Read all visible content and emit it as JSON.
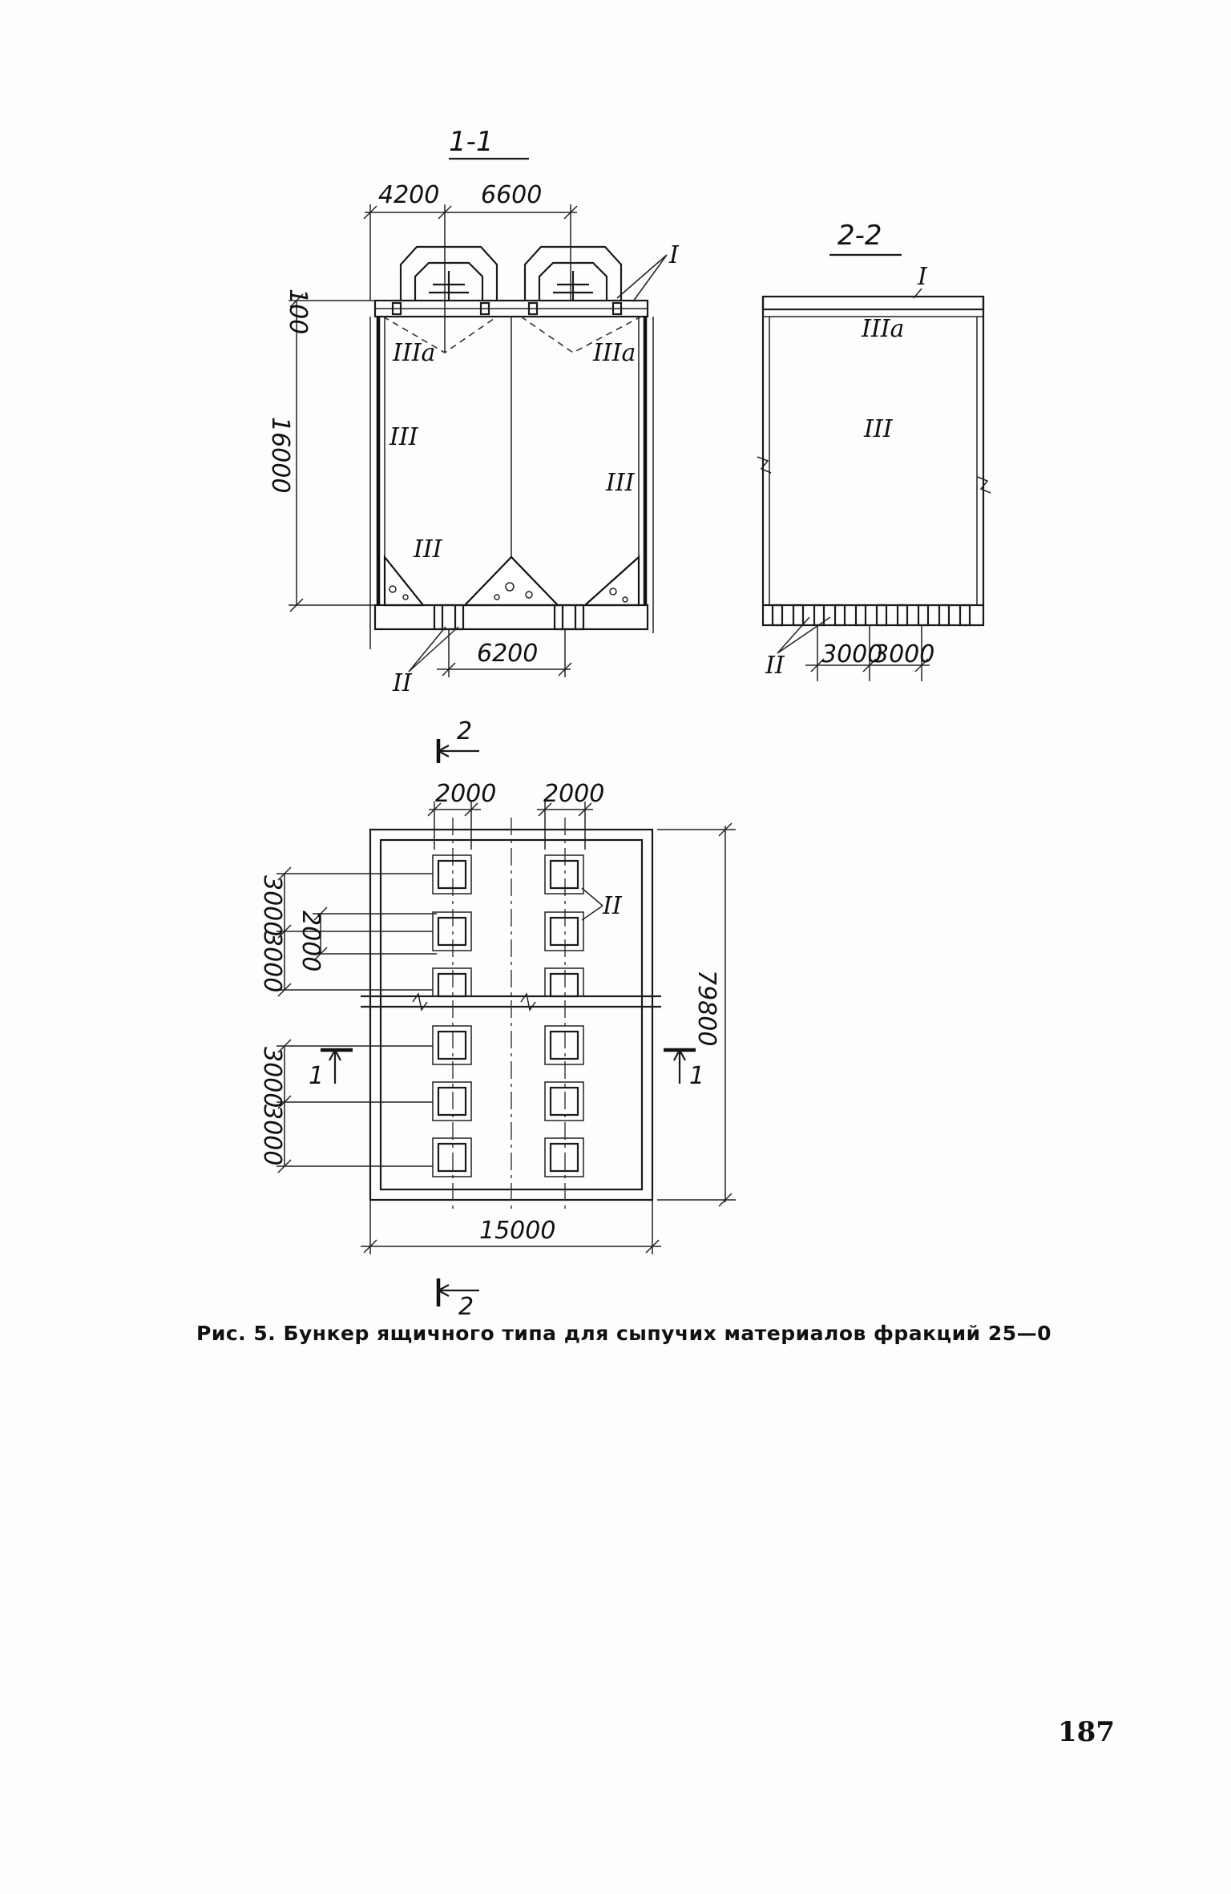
{
  "section_1_1": {
    "title": "1-1",
    "dim_top_left": "4200",
    "dim_top_right": "6600",
    "dim_side_small": "100",
    "dim_side_height": "16000",
    "dim_bottom": "6200",
    "label_I": "I",
    "label_IIIa_left": "IIIa",
    "label_IIIa_right": "IIIa",
    "label_III_left": "III",
    "label_III_right": "III",
    "label_III_bottom": "III",
    "label_II": "II"
  },
  "section_2_2": {
    "title": "2-2",
    "label_I": "I",
    "label_IIIa": "IIIa",
    "label_III": "III",
    "label_II": "II",
    "dim_bottom_1": "3000",
    "dim_bottom_2": "3000"
  },
  "plan": {
    "cut_2_top": "2",
    "cut_2_bottom": "2",
    "cut_1_left": "1",
    "cut_1_right": "1",
    "dim_top_1": "2000",
    "dim_top_2": "2000",
    "dim_left_1": "3000",
    "dim_left_2": "3000",
    "dim_left_3": "3000",
    "dim_left_4": "3000",
    "dim_left_5": "3000",
    "dim_inner": "2000",
    "dim_height": "79800",
    "dim_width": "15000",
    "label_II": "II"
  },
  "caption": "Рис. 5. Бункер ящичного типа для сыпучих материалов фракций  25—0",
  "page_number": "187"
}
